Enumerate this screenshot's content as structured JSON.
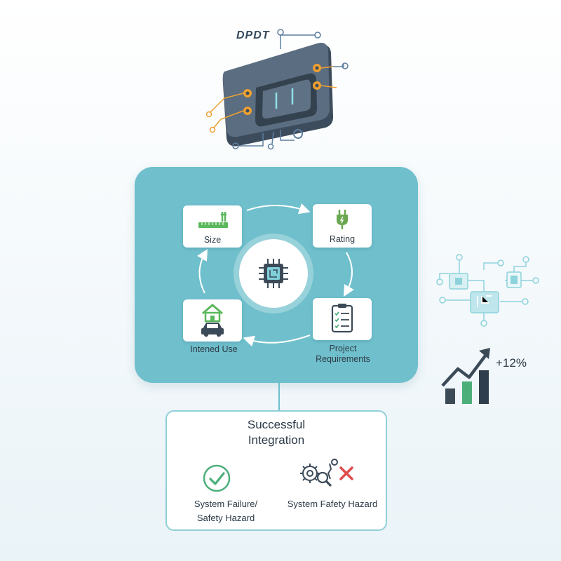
{
  "switch": {
    "label": "DPDT"
  },
  "cycle": {
    "size": "Size",
    "rating": "Rating",
    "intended_use": "Intened Use",
    "project_requirements_line1": "Project",
    "project_requirements_line2": "Requirements"
  },
  "result": {
    "title_line1": "Successful",
    "title_line2": "Integration",
    "left_caption_line1": "System Failure/",
    "left_caption_line2": "Safety Hazard",
    "right_caption": "System  Fafety Hazard"
  },
  "trend": {
    "label": "+12%"
  },
  "icons": {
    "switch": "dpdt-switch-icon",
    "size": "ruler-icon",
    "rating": "plug-icon",
    "intended_use": "house-car-icon",
    "project_requirements": "clipboard-checklist-icon",
    "hub": "chip-icon",
    "success": "check-circle-icon",
    "failure": "gear-search-cross-icon",
    "circuit": "circuit-board-icon",
    "trend": "bar-chart-up-icon"
  },
  "colors": {
    "panel": "#6fbfcc",
    "accent_green": "#4caf7a",
    "accent_red": "#e04b4b",
    "wire_orange": "#f0a030",
    "dark": "#3c4a58"
  }
}
